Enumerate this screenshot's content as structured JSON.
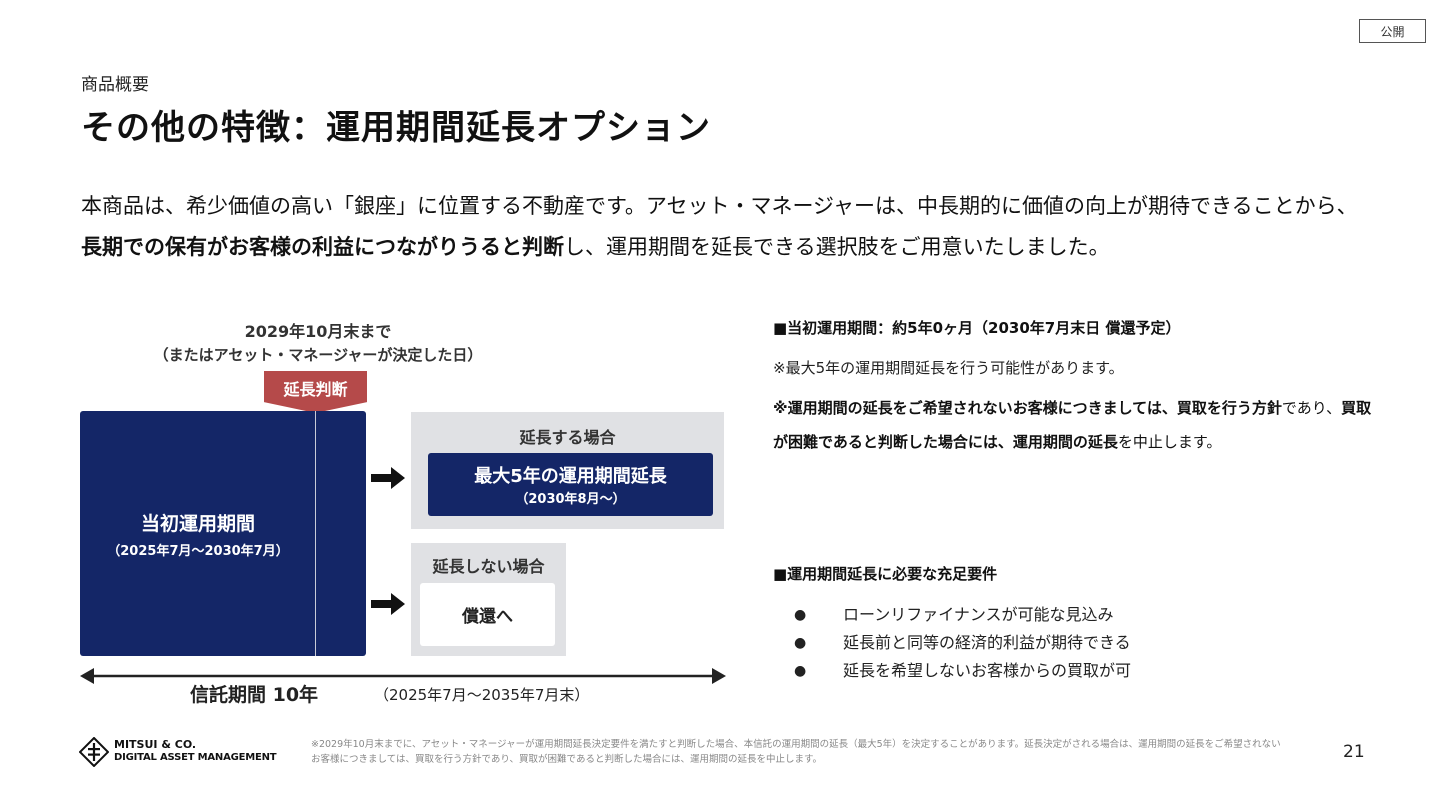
{
  "header": {
    "badge": "公開",
    "section_label": "商品概要",
    "title": "その他の特徴：運用期間延長オプション"
  },
  "intro": {
    "part1": "本商品は、希少価値の高い「銀座」に位置する不動産です。アセット・マネージャーは、中長期的に価値の向上が期待できることから、",
    "bold": "長期での保有がお客様の利益につながりうると判断",
    "part2": "し、運用期間を延長できる選択肢をご用意いたしました。"
  },
  "diagram": {
    "deadline_line1": "2029年10月末まで",
    "deadline_line2": "（またはアセット・マネージャーが決定した日）",
    "judgement_tag": "延長判断",
    "initial_label": "当初運用期間",
    "initial_sub": "（2025年7月～2030年7月）",
    "extend_title": "延長する場合",
    "extend_main": "最大5年の運用期間延長",
    "extend_sub": "（2030年8月～）",
    "noextend_title": "延長しない場合",
    "noextend_label": "償還へ",
    "trust_label": "信託期間 10年",
    "trust_range": "（2025年7月～2035年7月末）"
  },
  "right": {
    "heading1": "■当初運用期間：約5年0ヶ月（2030年7月末日 償還予定）",
    "note": "※最大5年の運用期間延長を行う可能性があります。",
    "policy_bold1": "※運用期間の延長をご希望されないお客様につきましては、買取を行う方針",
    "policy_text1": "であり、",
    "policy_bold2": "買取が困難であると判断した場合には、運用期間の延長",
    "policy_text2": "を中止します。",
    "heading2": "■運用期間延長に必要な充足要件",
    "bullet": "●",
    "requirements": [
      "ローンリファイナンスが可能な見込み",
      "延長前と同等の経済的利益が期待できる",
      "延長を希望しないお客様からの買取が可"
    ]
  },
  "footer": {
    "logo_line1": "MITSUI & CO.",
    "logo_line2": "DIGITAL ASSET MANAGEMENT",
    "footnote": "※2029年10月末までに、アセット・マネージャーが運用期間延長決定要件を満たすと判断した場合、本信託の運用期間の延長（最大5年）を決定することがあります。延長決定がされる場合は、運用期間の延長をご希望されないお客様につきましては、買取を行う方針であり、買取が困難であると判断した場合には、運用期間の延長を中止します。",
    "page_number": "21"
  },
  "colors": {
    "navy": "#142667",
    "tag_red": "#b54a4a",
    "panel_gray": "#e0e1e4"
  }
}
